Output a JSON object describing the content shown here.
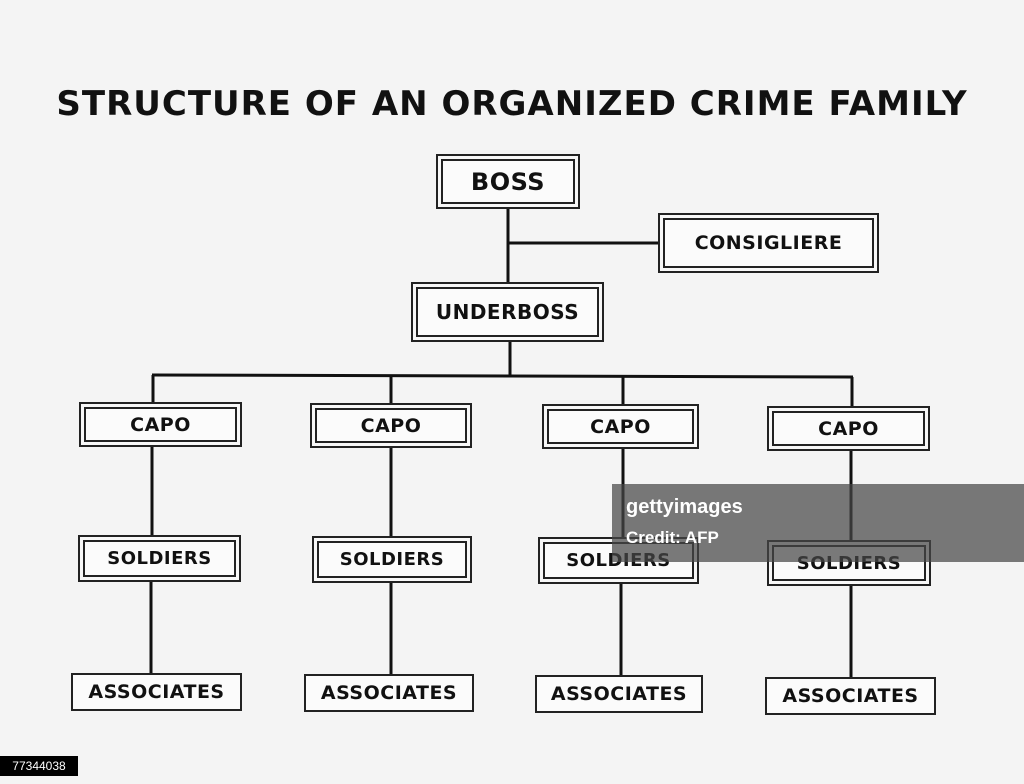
{
  "title": "STRUCTURE OF AN ORGANIZED CRIME FAMILY",
  "nodes": {
    "boss": "BOSS",
    "consigliere": "CONSIGLIERE",
    "underboss": "UNDERBOSS",
    "capo_1": "CAPO",
    "capo_2": "CAPO",
    "capo_3": "CAPO",
    "capo_4": "CAPO",
    "soldiers_1": "SOLDIERS",
    "soldiers_2": "SOLDIERS",
    "soldiers_3": "SOLDIERS",
    "soldiers_4": "SOLDIERS",
    "associates_1": "ASSOCIATES",
    "associates_2": "ASSOCIATES",
    "associates_3": "ASSOCIATES",
    "associates_4": "ASSOCIATES"
  },
  "edges": [
    [
      "boss",
      "underboss"
    ],
    [
      "boss",
      "consigliere"
    ],
    [
      "underboss",
      "capo_1"
    ],
    [
      "underboss",
      "capo_2"
    ],
    [
      "underboss",
      "capo_3"
    ],
    [
      "underboss",
      "capo_4"
    ],
    [
      "capo_1",
      "soldiers_1"
    ],
    [
      "capo_2",
      "soldiers_2"
    ],
    [
      "capo_3",
      "soldiers_3"
    ],
    [
      "capo_4",
      "soldiers_4"
    ],
    [
      "soldiers_1",
      "associates_1"
    ],
    [
      "soldiers_2",
      "associates_2"
    ],
    [
      "soldiers_3",
      "associates_3"
    ],
    [
      "soldiers_4",
      "associates_4"
    ]
  ],
  "watermark": {
    "brand": "gettyimages",
    "credit": "Credit: AFP"
  },
  "image_id": "77344038"
}
